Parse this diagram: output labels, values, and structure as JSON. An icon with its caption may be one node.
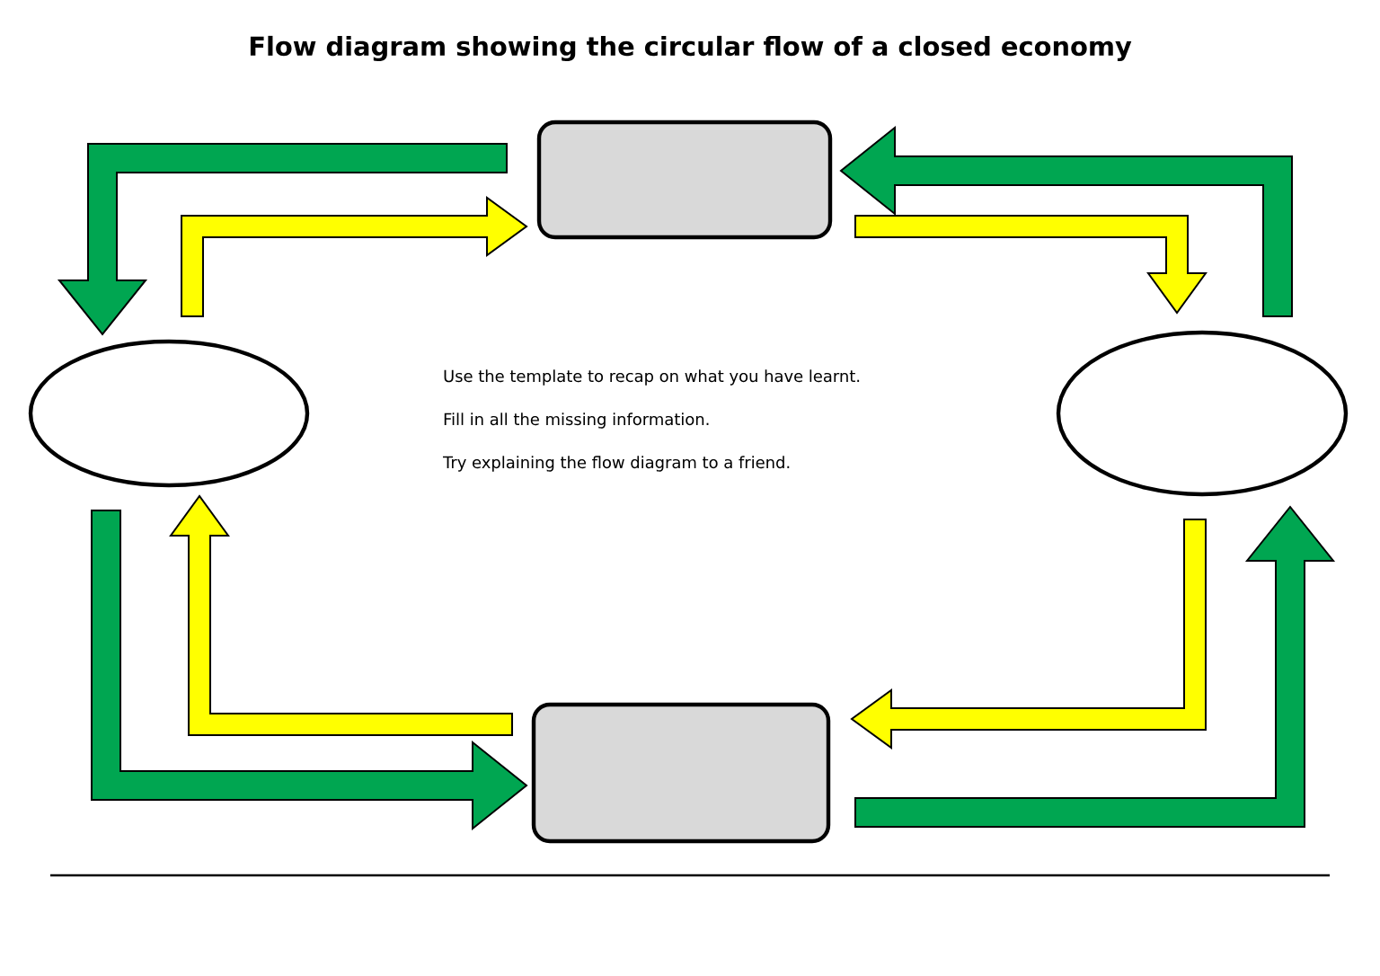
{
  "diagram": {
    "title": "Flow diagram showing the circular flow of a closed economy",
    "nodes": [
      {
        "text": [],
        "shape": "box"
      },
      {
        "text": [],
        "shape": "ellipse"
      },
      {
        "text": [],
        "shape": "ellipse"
      },
      {
        "text": [],
        "shape": "box"
      }
    ],
    "edges": [
      {
        "from": 0,
        "to": 1,
        "arrow": "to",
        "style": "thick",
        "color": "#00a651"
      },
      {
        "from": 1,
        "to": 0,
        "arrow": "to",
        "color": "#ffff00"
      },
      {
        "from": 2,
        "to": 0,
        "arrow": "to",
        "style": "thick",
        "color": "#00a651"
      },
      {
        "from": 0,
        "to": 2,
        "arrow": "to",
        "color": "#ffff00"
      },
      {
        "from": 1,
        "to": 3,
        "arrow": "to",
        "style": "thick",
        "color": "#00a651"
      },
      {
        "from": 3,
        "to": 1,
        "arrow": "to",
        "color": "#ffff00"
      },
      {
        "from": 2,
        "to": 3,
        "arrow": "to",
        "color": "#ffff00"
      },
      {
        "from": 3,
        "to": 2,
        "arrow": "to",
        "style": "thick",
        "color": "#00a651"
      }
    ],
    "labels": [
      "Use the template to recap on what you have learnt.",
      "Fill in all the missing information.",
      "Try explaining the flow diagram to a friend."
    ]
  }
}
